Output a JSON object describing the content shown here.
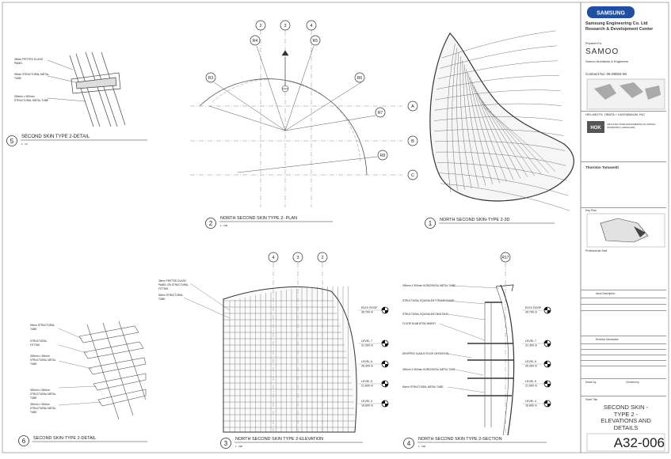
{
  "views": {
    "v5": {
      "number": "5",
      "title": "SECOND SKIN TYPE 2-DETAIL",
      "scale": "1 : 10"
    },
    "v2": {
      "number": "2",
      "title": "NORTH SECOND SKIN TYPE 2- PLAN",
      "scale": "1 : 200"
    },
    "v1": {
      "number": "1",
      "title": "NORTH SECOND SKIN-TYPE 2-3D"
    },
    "v6": {
      "number": "6",
      "title": "SECOND SKIN-TYPE 2-DETAIL"
    },
    "v3": {
      "number": "3",
      "title": "NORTH SECOND SKIN TYPE 2-ELEVATION",
      "scale": "1 : 200"
    },
    "v4": {
      "number": "4",
      "title": "NORTH SECOND SKIN TYPE 2-SECTION",
      "scale": "1 : 200"
    }
  },
  "plan": {
    "grid_numbers": [
      "2",
      "3",
      "4"
    ],
    "grid_letters": [
      "A",
      "B",
      "C"
    ],
    "radii": [
      "R4",
      "R5",
      "R3",
      "R6",
      "R7",
      "R8"
    ]
  },
  "elevation": {
    "grid_numbers": [
      "4",
      "3",
      "2"
    ],
    "levels": [
      {
        "name": "ELEV ROOF",
        "value": "39.700 m"
      },
      {
        "name": "LEVEL 7",
        "value": "31.300 m"
      },
      {
        "name": "LEVEL 6",
        "value": "26.300 m"
      },
      {
        "name": "LEVEL 5",
        "value": "21.600 m"
      },
      {
        "name": "LEVEL 4",
        "value": "16.800 m"
      }
    ],
    "notes": [
      "35mm FRITTED GLASS",
      "PANEL ON STRUCTURAL",
      "FITTING",
      "50mm STRUCTURAL",
      "TUBE"
    ]
  },
  "section": {
    "grid_number": "R17",
    "levels": [
      {
        "name": "ELEV ROOF",
        "value": "39.700 m"
      },
      {
        "name": "LEVEL 7",
        "value": "31.300 m"
      },
      {
        "name": "LEVEL 6",
        "value": "26.300 m"
      },
      {
        "name": "LEVEL 5",
        "value": "21.600 m"
      },
      {
        "name": "LEVEL 4",
        "value": "16.800 m"
      }
    ],
    "notes": [
      "300mm X 300mm HORIZONTAL METAL TUBE",
      "STRUCTURAL EQUIVALENT FRAMEHOUSE",
      "STRUCTURAL EQUIVALENT BUILDING",
      "FLOOR SLAB ATTACHMENT",
      "DROPPED SLAB AT ROOF DEFINITION",
      "300mm X 300mm HORIZONTAL METAL TUBE",
      "50mm STRUCTURAL METAL TUBE"
    ]
  },
  "detail5": {
    "notes": [
      "35mm FRITTED GLASS",
      "PANEL",
      "50mm STRUCTURAL METAL",
      "TUBE",
      "300mm x 300mm",
      "STRUCTURAL METAL TUBE"
    ]
  },
  "detail6": {
    "notes": [
      "50mm STRUCTURAL",
      "TUBE",
      "STRUCTURAL",
      "FITTING",
      "300mm x 300mm",
      "STRUCTURAL METAL",
      "TUBE",
      "300mm x 300mm",
      "STRUCTURAL METAL",
      "TUBE",
      "300mm x 300mm",
      "STRUCTURAL METAL",
      "TUBE"
    ]
  },
  "title_block": {
    "company_logo": "SAMSUNG",
    "company_name": "Samsung Engineering Co. Ltd",
    "company_sub": "Research & Development Center",
    "prepared_for": "Prepared For",
    "samoo": "SAMOO",
    "samoo_sub": "Samoo Architects & Engineers",
    "contract_no": "Contract No: 06-09002-00",
    "firm": "HELLMUTH, OBATA + KASSABAUM, INC",
    "firm_logo": "HOK",
    "firm_sub": "ARCHITECTURE ENGINEERING PLANNING INTERIORS LANDSCAPE",
    "consultant": "Thornton Tomasetti",
    "key_plan": "Key Plan",
    "professional_seal": "Professional Seal",
    "issue_label": "Issue Description",
    "revision_label": "Revision Description",
    "drawn_by_label": "Drawn by",
    "checked_label": "Checked by",
    "sheet_title_label": "Sheet Title",
    "sheet_title": [
      "SECOND SKIN -",
      "TYPE 2 -",
      "ELEVATIONS AND",
      "DETAILS"
    ],
    "sheet_number": "A32-006"
  },
  "colors": {
    "line": "#333333",
    "gridline": "#888888",
    "brand_blue": "#1f4fa3"
  }
}
